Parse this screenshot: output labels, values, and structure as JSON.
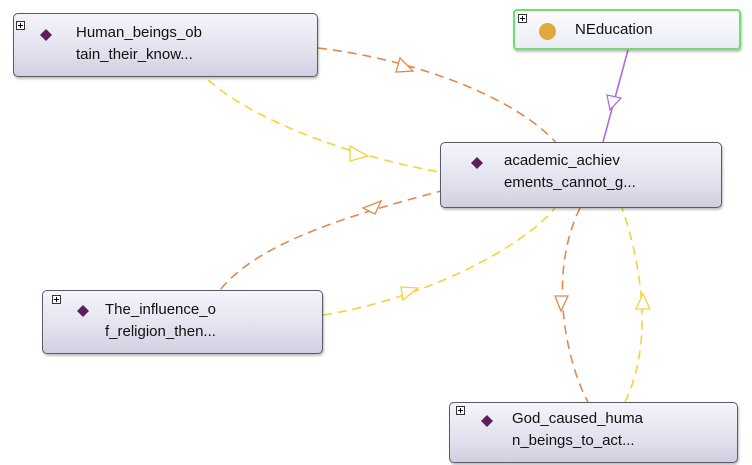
{
  "nodes": {
    "human_beings": {
      "line1": "Human_beings_ob",
      "line2": "tain_their_know..."
    },
    "neducation": {
      "label": "NEducation"
    },
    "academic": {
      "line1": "academic_achiev",
      "line2": "ements_cannot_g..."
    },
    "influence": {
      "line1": "The_influence_o",
      "line2": "f_religion_then..."
    },
    "god_caused": {
      "line1": "God_caused_huma",
      "line2": "n_beings_to_act..."
    }
  },
  "colors": {
    "individual_icon": "#5c1f5c",
    "class_icon": "#e0a93a",
    "class_border": "#6fe06f",
    "edge_orange": "#e0894a",
    "edge_yellow": "#f5d23a",
    "edge_purple": "#b46ae0"
  },
  "icons": {
    "individual": "diamond-icon",
    "class": "circle-icon",
    "expand": "plus-box-icon"
  }
}
